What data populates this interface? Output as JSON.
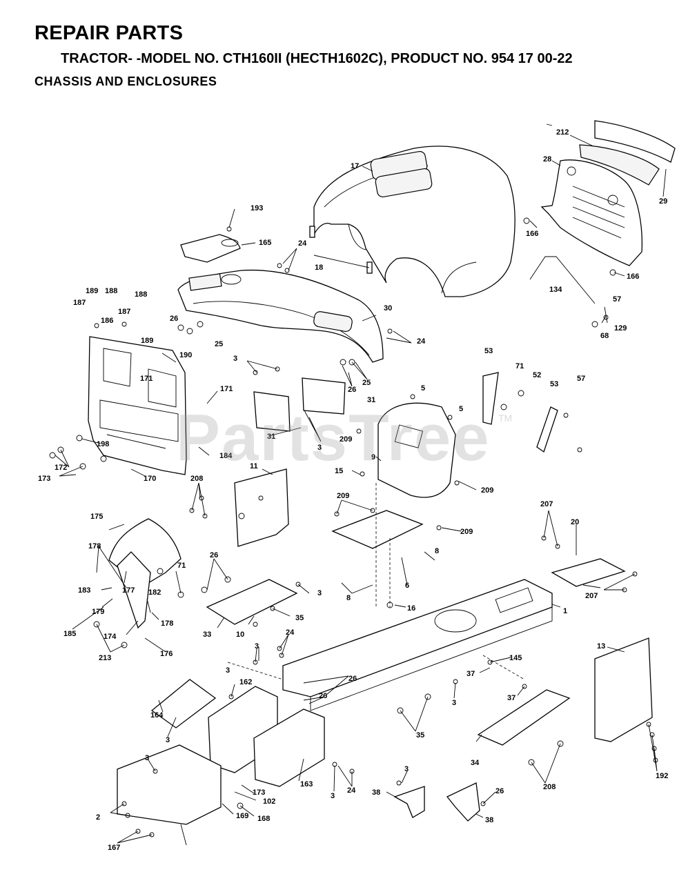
{
  "header": {
    "title": "REPAIR PARTS",
    "subtitle": "TRACTOR- -MODEL NO. CTH160II (HECTH1602C), PRODUCT NO. 954 17 00-22",
    "section": "CHASSIS AND ENCLOSURES"
  },
  "watermark": {
    "text": "PartsTree",
    "trademark": "TM"
  },
  "callouts": [
    "17",
    "212",
    "28",
    "29",
    "193",
    "165",
    "24",
    "18",
    "166",
    "134",
    "57",
    "129",
    "68",
    "166",
    "189",
    "188",
    "187",
    "186",
    "187",
    "188",
    "189",
    "26",
    "25",
    "30",
    "24",
    "190",
    "3",
    "26",
    "25",
    "31",
    "171",
    "171",
    "5",
    "5",
    "53",
    "71",
    "52",
    "53",
    "57",
    "209",
    "31",
    "3",
    "184",
    "198",
    "172",
    "173",
    "170",
    "9",
    "15",
    "209",
    "208",
    "11",
    "209",
    "209",
    "207",
    "20",
    "8",
    "175",
    "178",
    "71",
    "26",
    "3",
    "6",
    "8",
    "16",
    "183",
    "177",
    "182",
    "179",
    "178",
    "185",
    "35",
    "33",
    "10",
    "174",
    "1",
    "207",
    "213",
    "176",
    "24",
    "3",
    "3",
    "145",
    "37",
    "13",
    "37",
    "162",
    "26",
    "26",
    "164",
    "3",
    "35",
    "3",
    "34",
    "3",
    "163",
    "173",
    "3",
    "102",
    "24",
    "38",
    "3",
    "38",
    "26",
    "208",
    "192",
    "2",
    "169",
    "168",
    "167"
  ]
}
